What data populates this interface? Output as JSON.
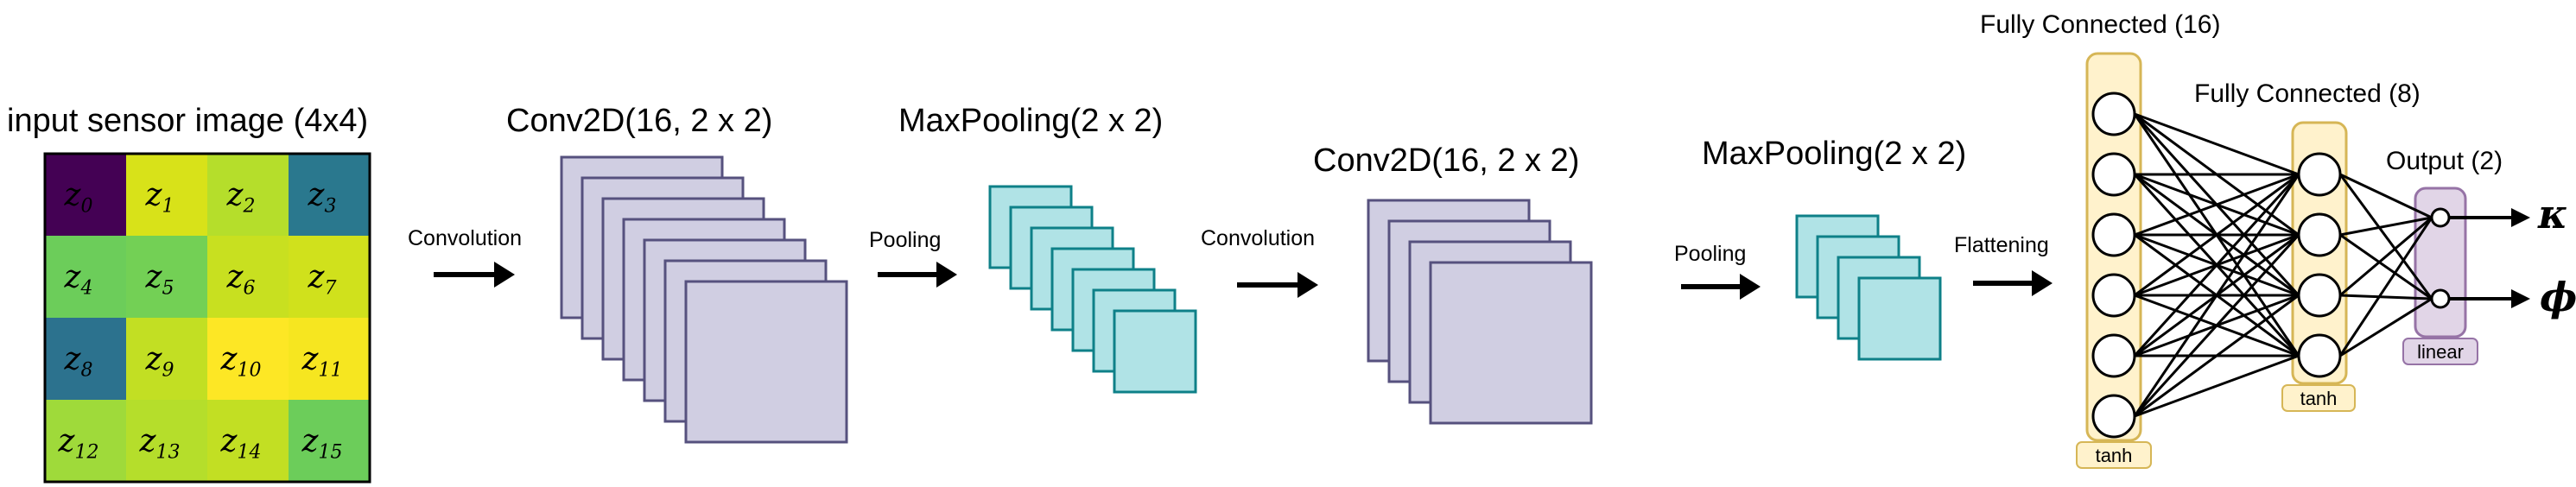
{
  "input": {
    "title": "input sensor image (4x4)",
    "cells": [
      {
        "base": "z",
        "sub": "0",
        "color": "#440154"
      },
      {
        "base": "z",
        "sub": "1",
        "color": "#d8e219"
      },
      {
        "base": "z",
        "sub": "2",
        "color": "#b5de2b"
      },
      {
        "base": "z",
        "sub": "3",
        "color": "#2a788e"
      },
      {
        "base": "z",
        "sub": "4",
        "color": "#6ccd5a"
      },
      {
        "base": "z",
        "sub": "5",
        "color": "#73d055"
      },
      {
        "base": "z",
        "sub": "6",
        "color": "#c8e020"
      },
      {
        "base": "z",
        "sub": "7",
        "color": "#d0e11c"
      },
      {
        "base": "z",
        "sub": "8",
        "color": "#2c728e"
      },
      {
        "base": "z",
        "sub": "9",
        "color": "#c2df23"
      },
      {
        "base": "z",
        "sub": "10",
        "color": "#fde725"
      },
      {
        "base": "z",
        "sub": "11",
        "color": "#f6e620"
      },
      {
        "base": "z",
        "sub": "12",
        "color": "#9fda3a"
      },
      {
        "base": "z",
        "sub": "13",
        "color": "#b5de2b"
      },
      {
        "base": "z",
        "sub": "14",
        "color": "#c2df23"
      },
      {
        "base": "z",
        "sub": "15",
        "color": "#6ccd5a"
      }
    ]
  },
  "stages": {
    "conv1": {
      "title": "Conv2D(16, 2 x 2)"
    },
    "pool1": {
      "title": "MaxPooling(2 x 2)"
    },
    "conv2": {
      "title": "Conv2D(16, 2 x 2)"
    },
    "pool2": {
      "title": "MaxPooling(2 x 2)"
    }
  },
  "arrows": {
    "a1": "Convolution",
    "a2": "Pooling",
    "a3": "Convolution",
    "a4": "Pooling",
    "a5": "Flattening"
  },
  "dense": {
    "fc16": {
      "title": "Fully Connected (16)",
      "activation": "tanh"
    },
    "fc8": {
      "title": "Fully Connected (8)",
      "activation": "tanh"
    },
    "out": {
      "title": "Output (2)",
      "activation": "linear"
    },
    "outputs": [
      "κ",
      "ϕ"
    ]
  },
  "colors": {
    "conv_fill": "#d0cee2",
    "conv_stroke": "#56517e",
    "pool_fill": "#b0e3e6",
    "pool_stroke": "#0e8088",
    "fc_fill": "#fff2cc",
    "fc_stroke": "#d6b656",
    "out_fill": "#e1d5e7",
    "out_stroke": "#9673a6"
  }
}
